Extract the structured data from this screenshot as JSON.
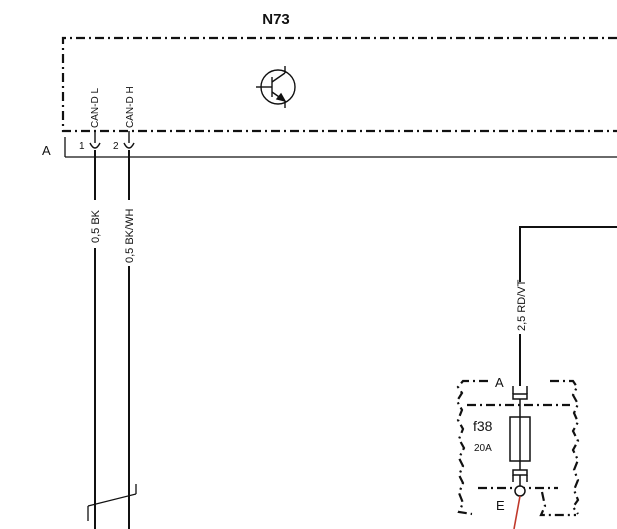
{
  "module": {
    "name": "N73",
    "connector": "A",
    "pins": [
      {
        "number": "1",
        "signal": "CAN-D L"
      },
      {
        "number": "2",
        "signal": "CAN-D H"
      }
    ]
  },
  "wires": [
    {
      "label": "0,5 BK"
    },
    {
      "label": "0,5 BK/WH"
    },
    {
      "label": "2,5 RD/VT"
    }
  ],
  "fuse_box": {
    "top_connector": "A",
    "bottom_connector": "E",
    "fuse": {
      "id": "f38",
      "rating": "20A"
    }
  },
  "colors": {
    "line": "#111111",
    "red_wire": "#c0392b"
  }
}
